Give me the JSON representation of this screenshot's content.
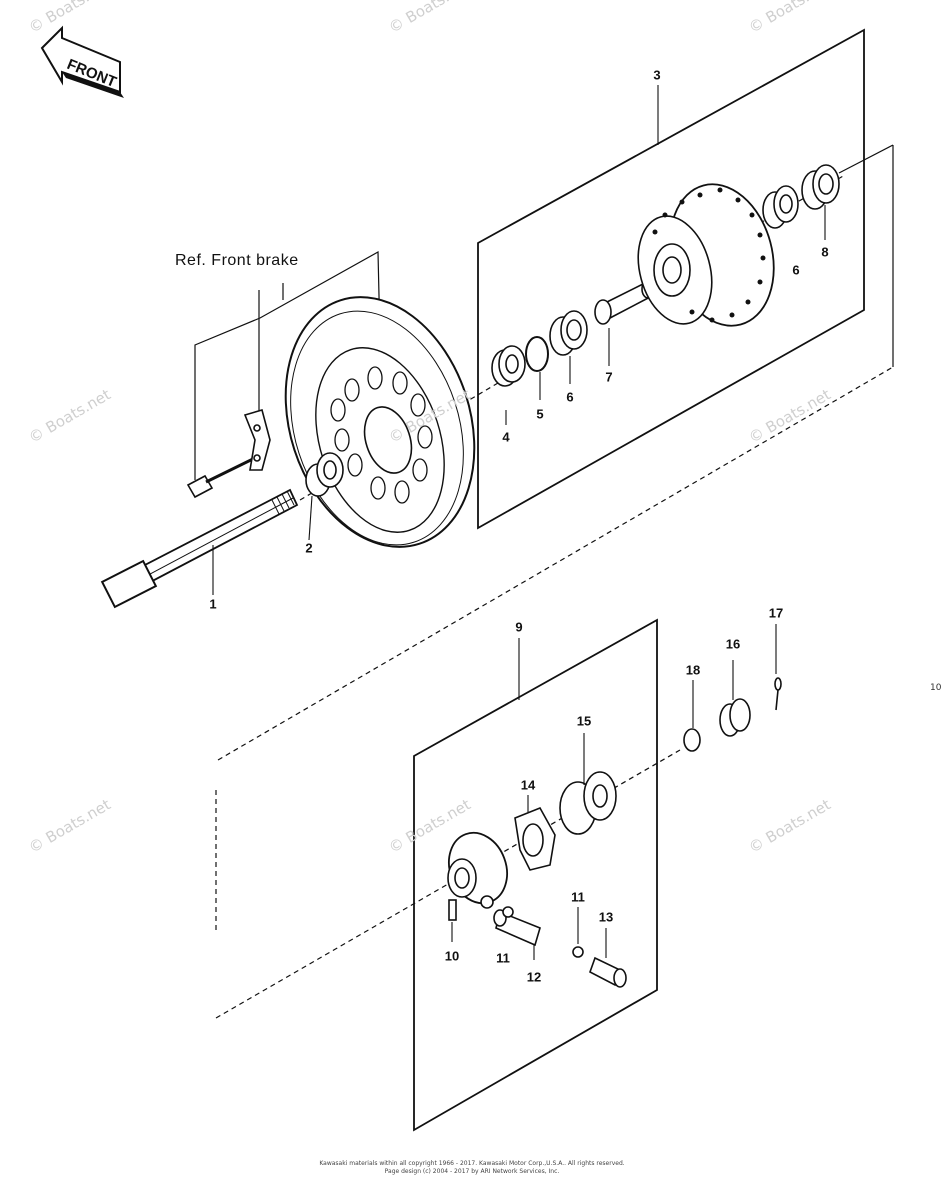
{
  "diagram": {
    "front_label": "FRONT",
    "ref_label": "Ref. Front brake",
    "callouts": [
      {
        "id": "1",
        "label": "1"
      },
      {
        "id": "2",
        "label": "2"
      },
      {
        "id": "3",
        "label": "3"
      },
      {
        "id": "4",
        "label": "4"
      },
      {
        "id": "5",
        "label": "5"
      },
      {
        "id": "6a",
        "label": "6"
      },
      {
        "id": "6b",
        "label": "6"
      },
      {
        "id": "7",
        "label": "7"
      },
      {
        "id": "8",
        "label": "8"
      },
      {
        "id": "9",
        "label": "9"
      },
      {
        "id": "10",
        "label": "10"
      },
      {
        "id": "11a",
        "label": "11"
      },
      {
        "id": "11b",
        "label": "11"
      },
      {
        "id": "12",
        "label": "12"
      },
      {
        "id": "13",
        "label": "13"
      },
      {
        "id": "14",
        "label": "14"
      },
      {
        "id": "15",
        "label": "15"
      },
      {
        "id": "16",
        "label": "16"
      },
      {
        "id": "17",
        "label": "17"
      },
      {
        "id": "18",
        "label": "18"
      }
    ],
    "side_mark": "10",
    "watermark": "© Boats.net",
    "footer_line1": "Kawasaki materials within all copyright 1966 - 2017. Kawasaki Motor Corp.,U.S.A.. All rights reserved.",
    "footer_line2": "Page design (c) 2004 - 2017 by ARI Network Services, Inc."
  }
}
